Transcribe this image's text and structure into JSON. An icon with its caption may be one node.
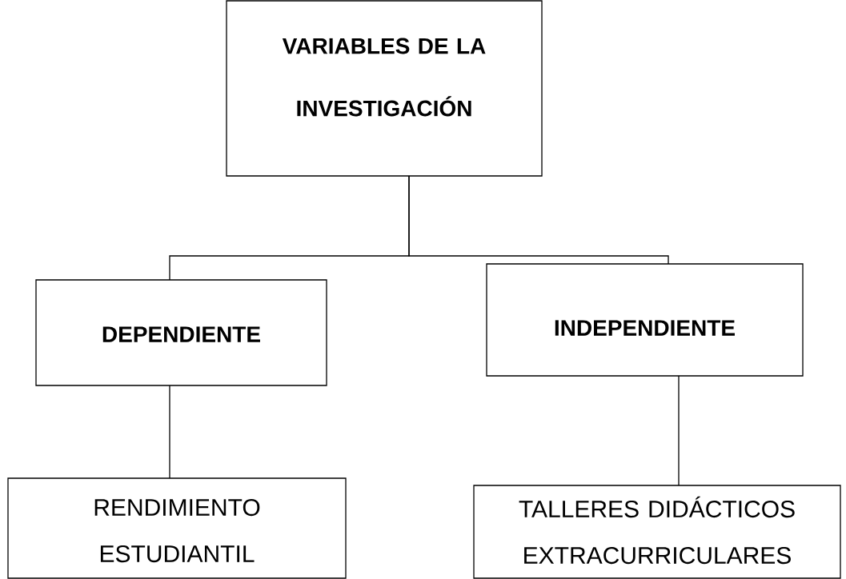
{
  "diagram": {
    "nodes": [
      {
        "text": [
          "VARIABLES DE LA INVESTIGACIÓN"
        ]
      },
      {
        "text": [
          "DEPENDIENTE"
        ]
      },
      {
        "text": [
          "INDEPENDIENTE"
        ]
      },
      {
        "text": [
          "RENDIMIENTO ESTUDIANTIL"
        ]
      },
      {
        "text": [
          "TALLERES DIDÁCTICOS EXTRACURRICULARES"
        ]
      }
    ],
    "edges": [
      {
        "from": 0,
        "to": 1,
        "arrow": "none"
      },
      {
        "from": 0,
        "to": 2,
        "arrow": "none"
      },
      {
        "from": 1,
        "to": 3,
        "arrow": "none"
      },
      {
        "from": 2,
        "to": 4,
        "arrow": "none"
      }
    ]
  }
}
